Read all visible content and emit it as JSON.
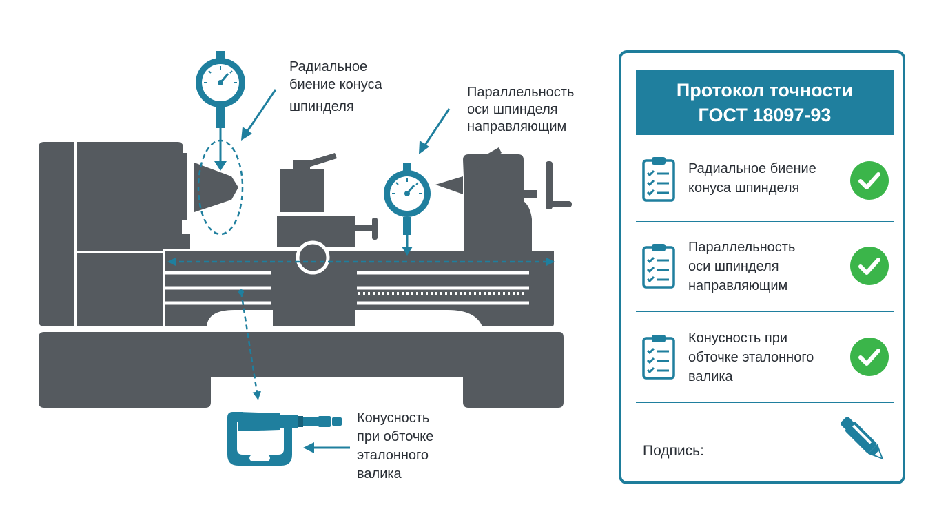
{
  "colors": {
    "machine": "#555a5f",
    "accent": "#1f7f9e",
    "check": "#3bb54a",
    "text": "#2a2f36"
  },
  "callouts": {
    "spindle_runout": [
      "Радиальное",
      "биение конуса",
      "шпинделя"
    ],
    "parallelism": [
      "Параллельность",
      "оси шпинделя",
      "направляющим"
    ],
    "conicity": [
      "Конусность",
      "при обточке",
      "эталонного",
      "валика"
    ]
  },
  "protocol": {
    "title_line1": "Протокол точности",
    "title_line2": "ГОСТ 18097-93",
    "items": [
      {
        "lines": [
          "Радиальное биение",
          "конуса шпинделя"
        ],
        "icon": "clipboard-checklist-icon",
        "status_icon": "check-circle-icon",
        "status": "passed"
      },
      {
        "lines": [
          "Параллельность",
          "оси шпинделя",
          "направляющим"
        ],
        "icon": "clipboard-checklist-icon",
        "status_icon": "check-circle-icon",
        "status": "passed"
      },
      {
        "lines": [
          "Конусность при",
          "обточке эталонного",
          "валика"
        ],
        "icon": "clipboard-checklist-icon",
        "status_icon": "check-circle-icon",
        "status": "passed"
      }
    ],
    "signature_label": "Подпись:",
    "signature_icon": "pen-icon"
  },
  "icons": {
    "dial_indicator": "dial-indicator-icon",
    "micrometer": "micrometer-icon"
  }
}
